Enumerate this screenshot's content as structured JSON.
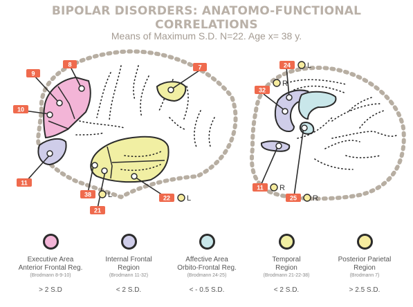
{
  "title": "BIPOLAR DISORDERS: ANATOMO-FUNCTIONAL CORRELATIONS",
  "subtitle": "Means of Maximum S.D. N=22. Age x= 38 y.",
  "colors": {
    "executive": "#f3b5d7",
    "internal_frontal": "#cfcde9",
    "affective": "#c9e7ea",
    "temporal": "#f1efa3",
    "posterior_parietal": "#f6ec9f",
    "marker": "#ef6a4d",
    "outline": "#b7aea2"
  },
  "area_markers": {
    "m7": "7",
    "m8": "8",
    "m9": "9",
    "m10": "10",
    "m11": "11",
    "m21": "21",
    "m22": "22",
    "m38": "38",
    "m24": "24",
    "m32": "32",
    "m11b": "11",
    "m25": "25"
  },
  "side_labels": {
    "l38": "L",
    "l22": "L",
    "l24": "L",
    "r32": "R",
    "r11": "R",
    "r25": "R"
  },
  "legend": [
    {
      "name": "Executive Area\nAnterior Frontal Reg.",
      "brodmann": "(Brodmann 8-9-10)",
      "value": "> 2 S.D",
      "color_key": "executive"
    },
    {
      "name": "Internal Frontal\nRegion",
      "brodmann": "(Brodmann 11-32)",
      "value": "< 2 S.D.",
      "color_key": "internal_frontal"
    },
    {
      "name": "Affective Area\nOrbito-Frontal Reg.",
      "brodmann": "(Brodmann 24-25)",
      "value": "< - 0.5 S.D.",
      "color_key": "affective"
    },
    {
      "name": "Temporal\nRegion",
      "brodmann": "(Brodmann 21-22-38)",
      "value": "< 2 S.D.",
      "color_key": "temporal"
    },
    {
      "name": "Posterior Parietal\nRegion",
      "brodmann": "(Brodmann 7)",
      "value": "> 2.5 S.D.",
      "color_key": "posterior_parietal"
    }
  ]
}
